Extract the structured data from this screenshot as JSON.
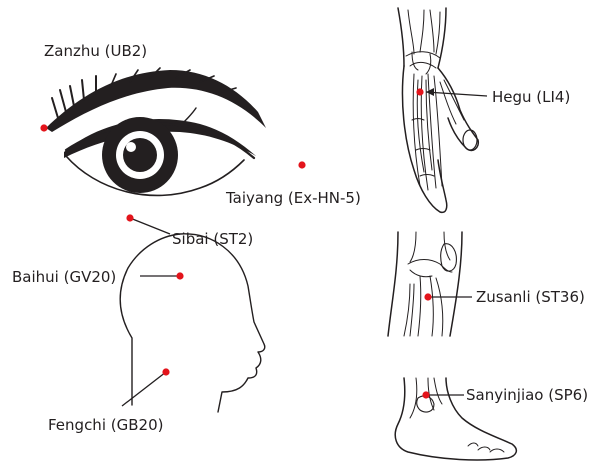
{
  "diagram": {
    "point_color": "#e3141b",
    "line_color": "#231f20",
    "points": [
      {
        "id": "zanzhu",
        "label": "Zanzhu (UB2)"
      },
      {
        "id": "sibai",
        "label": "Sibai (ST2)"
      },
      {
        "id": "taiyang",
        "label": "Taiyang (Ex-HN-5)"
      },
      {
        "id": "baihui",
        "label": "Baihui (GV20)"
      },
      {
        "id": "fengchi",
        "label": "Fengchi (GB20)"
      },
      {
        "id": "hegu",
        "label": "Hegu (LI4)"
      },
      {
        "id": "zusanli",
        "label": "Zusanli (ST36)"
      },
      {
        "id": "sanyinjiao",
        "label": "Sanyinjiao (SP6)"
      }
    ]
  }
}
